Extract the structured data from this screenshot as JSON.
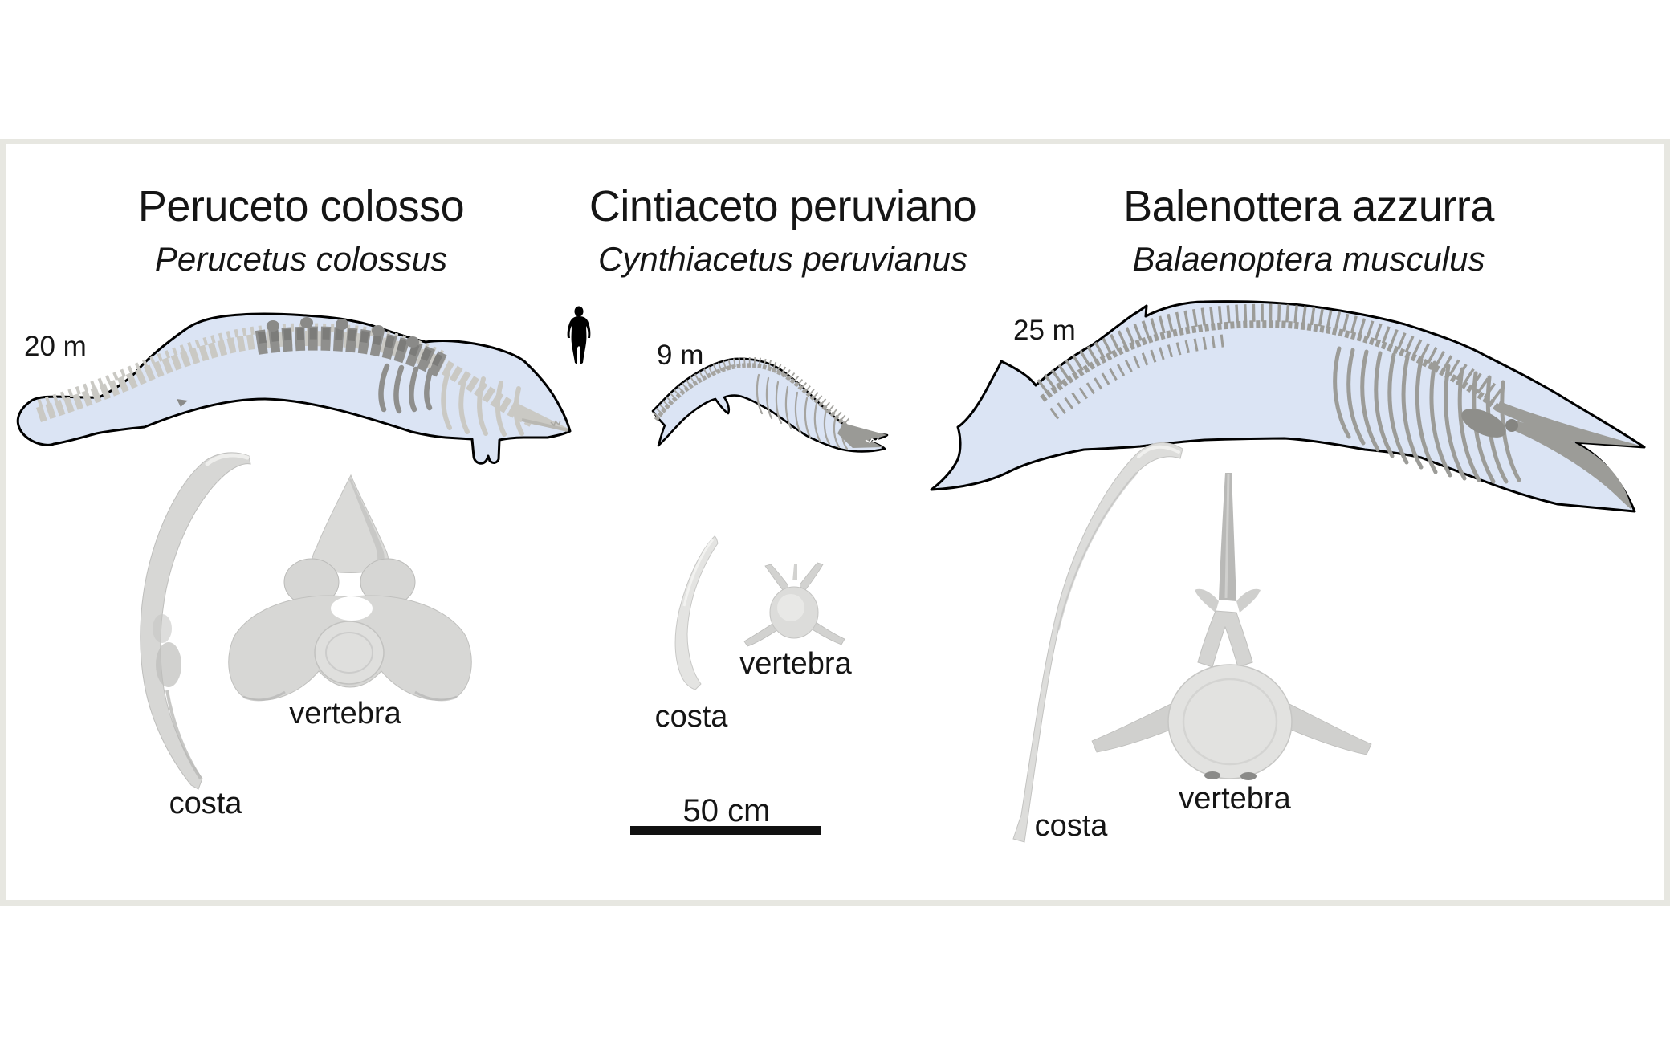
{
  "figure": {
    "scale_bar": {
      "label": "50 cm"
    },
    "colors": {
      "frame": "#e7e7e1",
      "body_fill": "#dbe4f4",
      "outline": "#000000",
      "ghost_bone": "#cac9c4",
      "skeleton_gray": "#9c9c98",
      "fossil_gray": "#8f8f8d",
      "bone_render": "#d7d7d5",
      "text": "#151515"
    },
    "species": [
      {
        "common_name": "Peruceto colosso",
        "scientific_name": "Perucetus colossus",
        "length_label": "20 m",
        "rib_label": "costa",
        "vertebra_label": "vertebra"
      },
      {
        "common_name": "Cintiaceto peruviano",
        "scientific_name": "Cynthiacetus peruvianus",
        "length_label": "9 m",
        "rib_label": "costa",
        "vertebra_label": "vertebra"
      },
      {
        "common_name": "Balenottera azzurra",
        "scientific_name": "Balaenoptera musculus",
        "length_label": "25 m",
        "rib_label": "costa",
        "vertebra_label": "vertebra"
      }
    ]
  }
}
